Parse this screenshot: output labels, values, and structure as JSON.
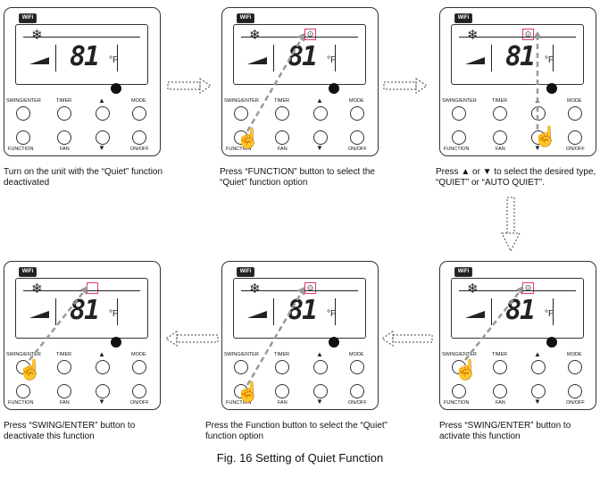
{
  "panel": {
    "wifi_label": "WiFi",
    "temperature": "81",
    "unit": "°F",
    "buttons": {
      "swing_enter": "SWING/ENTER",
      "timer": "TIMER",
      "mode": "MODE",
      "function": "FUNCTION",
      "fan": "FAN",
      "on_off": "ON/OFF"
    }
  },
  "steps": [
    {
      "caption": "Turn on the unit with the “Quiet” function deactivated"
    },
    {
      "caption": "Press “FUNCTION” button to select the “Quiet” function option"
    },
    {
      "caption": "Press ▲ or ▼ to select the desired type, “QUIET” or “AUTO QUIET”."
    },
    {
      "caption": "Press “SWING/ENTER” button to deactivate this function"
    },
    {
      "caption": "Press the Function button to select the “Quiet” function option"
    },
    {
      "caption": "Press “SWING/ENTER” button to activate this function"
    }
  ],
  "figure_caption": "Fig. 16 Setting of Quiet Function",
  "colors": {
    "highlight": "#e03a6a",
    "arrow": "#999999"
  }
}
